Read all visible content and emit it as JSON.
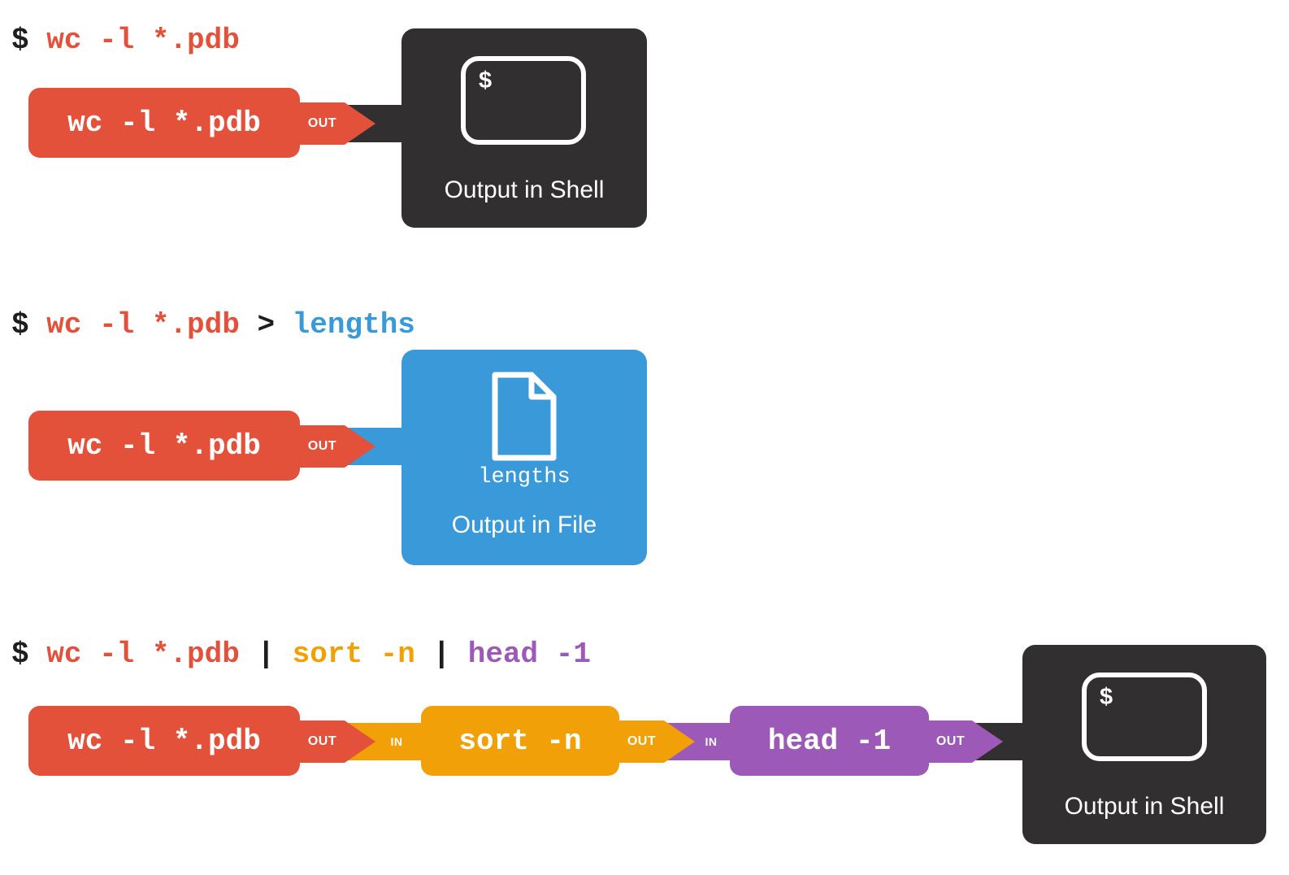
{
  "palette": {
    "red": "#E4513B",
    "orange": "#F1A107",
    "purple": "#9C59B8",
    "blue": "#3A99D8",
    "dark": "#312F2F"
  },
  "icons": {
    "terminal": "terminal-window",
    "file": "document-with-folded-corner"
  },
  "rows": [
    {
      "command": {
        "segments": [
          {
            "text": "$ ",
            "color": "black"
          },
          {
            "text": "wc -l *.pdb",
            "color": "red"
          }
        ]
      },
      "box": {
        "label": "wc -l *.pdb",
        "out_label": "OUT"
      },
      "terminal": {
        "prompt": "$",
        "caption": "Output in Shell"
      }
    },
    {
      "command": {
        "segments": [
          {
            "text": "$ ",
            "color": "black"
          },
          {
            "text": "wc -l *.pdb",
            "color": "red"
          },
          {
            "text": " > ",
            "color": "black"
          },
          {
            "text": "lengths",
            "color": "blue"
          }
        ]
      },
      "box": {
        "label": "wc -l *.pdb",
        "out_label": "OUT"
      },
      "file": {
        "filename": "lengths",
        "caption": "Output in File"
      }
    },
    {
      "command": {
        "segments": [
          {
            "text": "$ ",
            "color": "black"
          },
          {
            "text": "wc -l *.pdb",
            "color": "red"
          },
          {
            "text": " | ",
            "color": "black"
          },
          {
            "text": "sort -n",
            "color": "orange"
          },
          {
            "text": " | ",
            "color": "black"
          },
          {
            "text": "head -1",
            "color": "purple"
          }
        ]
      },
      "stages": [
        {
          "label": "wc -l *.pdb",
          "out_label": "OUT"
        },
        {
          "in_label": "IN",
          "label": "sort -n",
          "out_label": "OUT"
        },
        {
          "in_label": "IN",
          "label": "head -1",
          "out_label": "OUT"
        }
      ],
      "terminal": {
        "prompt": "$",
        "caption": "Output in Shell"
      }
    }
  ]
}
